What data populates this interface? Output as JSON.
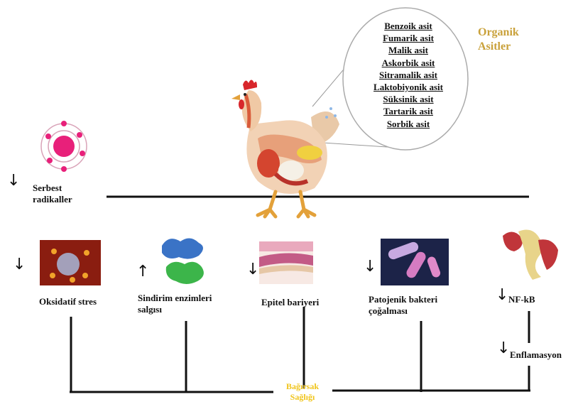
{
  "organic_acids": {
    "title_line1": "Organik",
    "title_line2": "Asitler",
    "items": [
      "Benzoik asit",
      "Fumarik asit",
      "Malik asit",
      "Askorbik asit",
      "Sitramalik asit",
      "Laktobiyonik asit",
      "Süksinik asit",
      "Tartarik asit",
      "Sorbik asit"
    ]
  },
  "free_radicals": {
    "line1": "Serbest",
    "line2": "radikaller",
    "direction": "down"
  },
  "effects": [
    {
      "label": "Oksidatif stres",
      "direction": "down"
    },
    {
      "label_line1": "Sindirim enzimleri",
      "label_line2": "salgısı",
      "direction": "up"
    },
    {
      "label": "Epitel bariyeri",
      "direction": "down"
    },
    {
      "label_line1": "Patojenik bakteri",
      "label_line2": "çoğalması",
      "direction": "down"
    },
    {
      "label": "NF-kB",
      "direction": "down"
    }
  ],
  "enflamasyon": {
    "label": "Enflamasyon",
    "direction": "down"
  },
  "outcome": {
    "line1": "Bağırsak",
    "line2": "Sağlığı"
  },
  "colors": {
    "organik_title": "#c9a13a",
    "outcome": "#f0c419",
    "lines": "#111111"
  }
}
